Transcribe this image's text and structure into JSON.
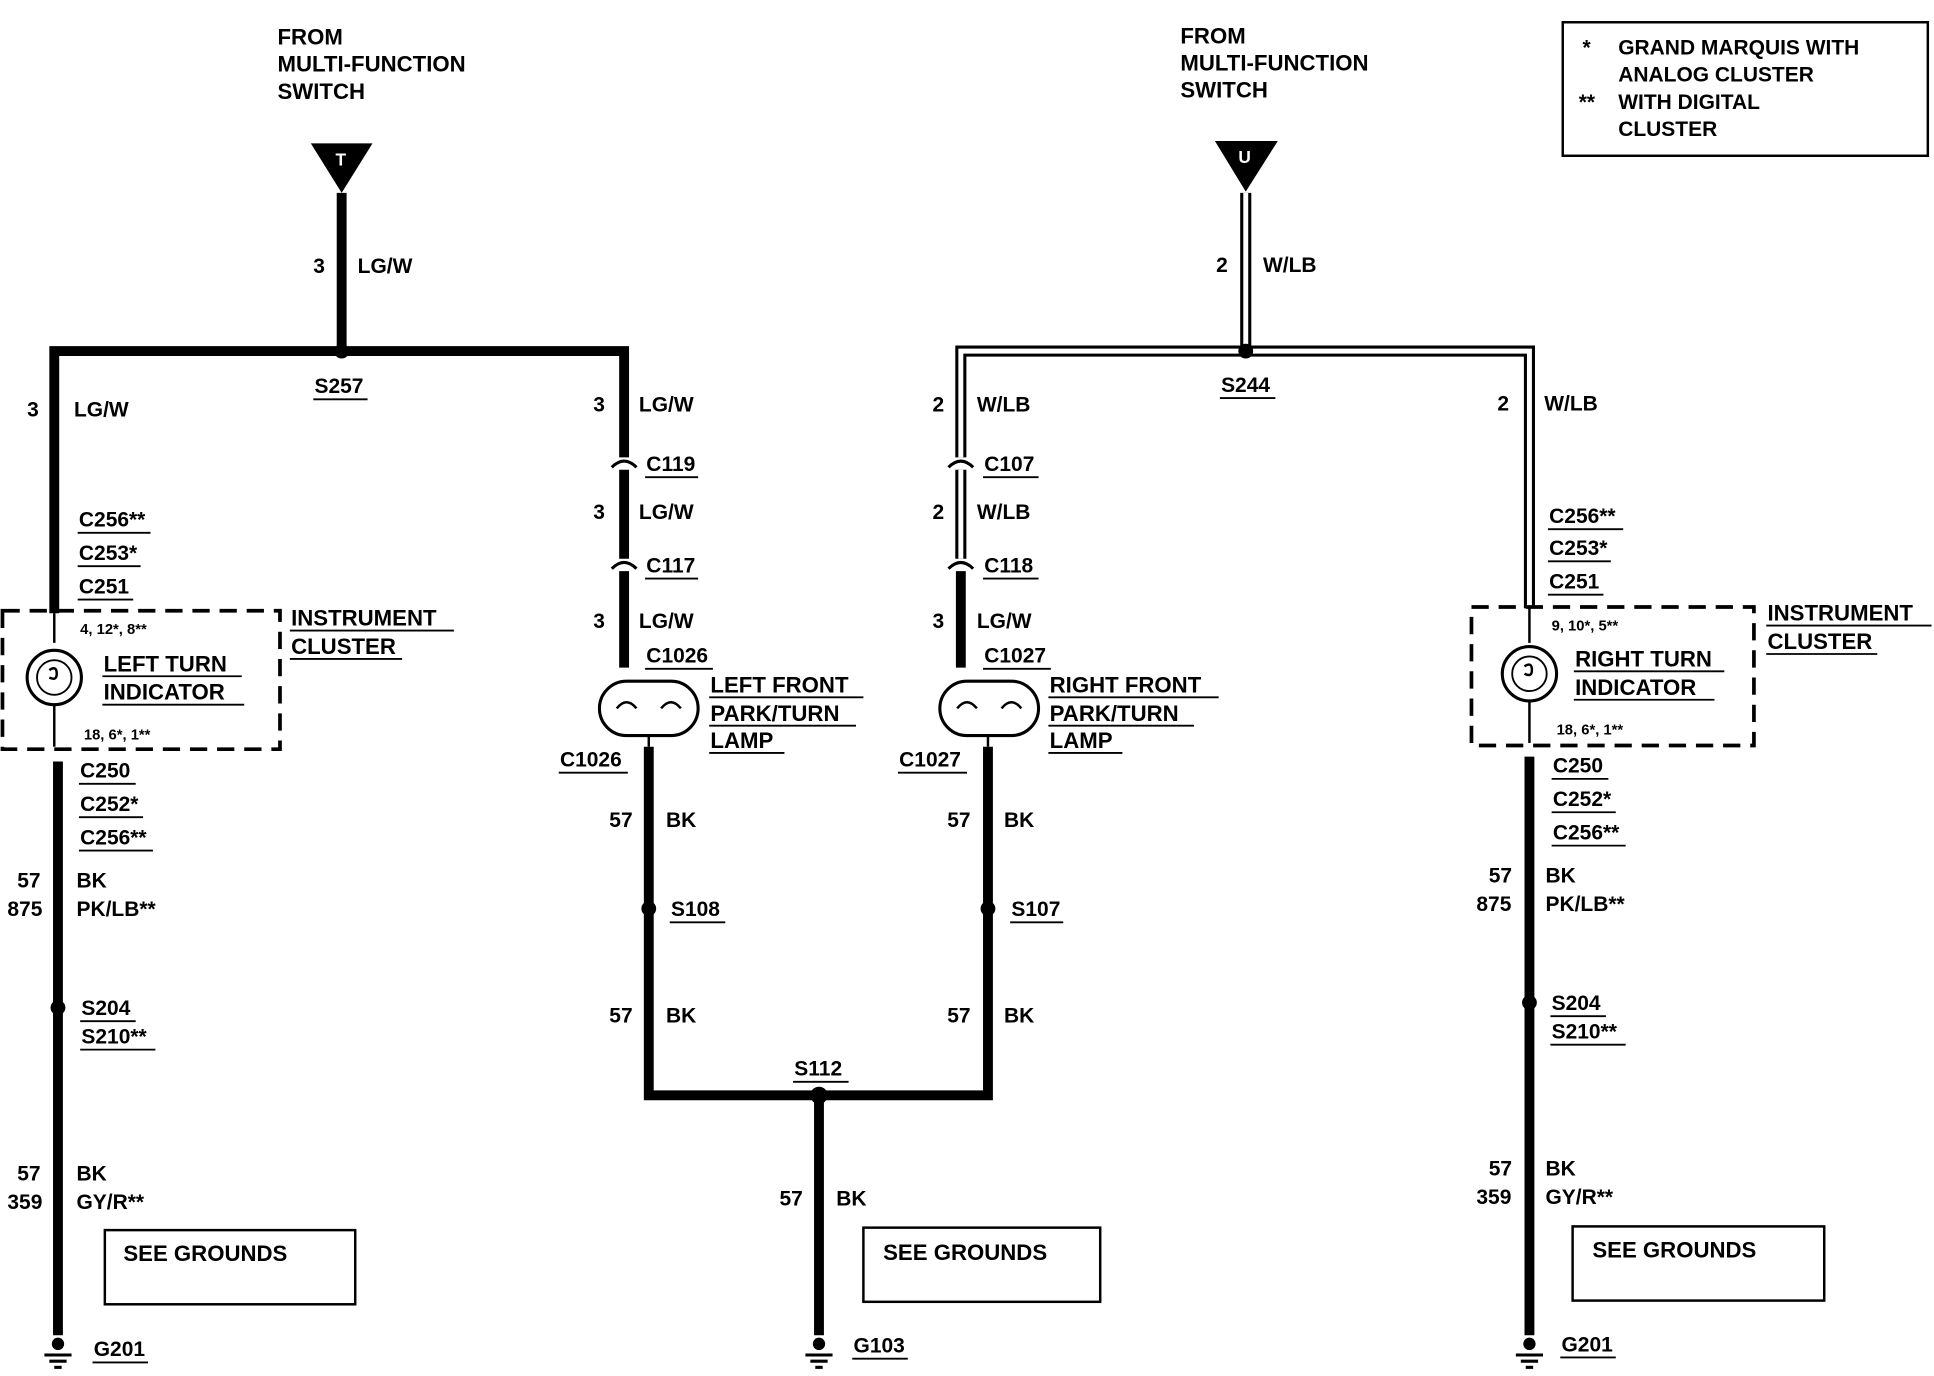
{
  "sources": {
    "left": {
      "from_lines": [
        "FROM",
        "MULTI-FUNCTION",
        "SWITCH"
      ],
      "terminal": "T"
    },
    "right": {
      "from_lines": [
        "FROM",
        "MULTI-FUNCTION",
        "SWITCH"
      ],
      "terminal": "U"
    }
  },
  "legend": {
    "line1_sym": "*",
    "line1": "GRAND MARQUIS WITH",
    "line2": "ANALOG CLUSTER",
    "line3_sym": "**",
    "line3": "WITH DIGITAL",
    "line4": "CLUSTER"
  },
  "left_circuit": {
    "feed_num": "3",
    "feed_color": "LG/W",
    "splice": "S257",
    "branch_num": "3",
    "branch_color": "LG/W",
    "cluster_connectors": [
      "C256**",
      "C253*",
      "C251"
    ],
    "indicator_pins_top": "4, 12*, 8**",
    "indicator_label": [
      "LEFT TURN",
      "INDICATOR"
    ],
    "indicator_pins_bottom": "18, 6*, 1**",
    "cluster_label": [
      "INSTRUMENT",
      "CLUSTER"
    ],
    "out_connectors": [
      "C250",
      "C252*",
      "C256**"
    ],
    "ground_nums": [
      "57",
      "875"
    ],
    "ground_colors": [
      "BK",
      "PK/LB**"
    ],
    "splices": [
      "S204",
      "S210**"
    ],
    "ground_nums2": [
      "57",
      "359"
    ],
    "ground_colors2": [
      "BK",
      "GY/R**"
    ],
    "see_grounds": "SEE GROUNDS",
    "ground": "G201"
  },
  "left_lamp": {
    "num1": "3",
    "color1": "LG/W",
    "conn1": "C119",
    "num2": "3",
    "color2": "LG/W",
    "conn2": "C117",
    "num3": "3",
    "color3": "LG/W",
    "conn3": "C1026",
    "lamp_label": [
      "LEFT FRONT",
      "PARK/TURN",
      "LAMP"
    ],
    "conn_out": "C1026",
    "num4": "57",
    "color4": "BK",
    "splice": "S108",
    "num5": "57",
    "color5": "BK"
  },
  "center": {
    "splice": "S112",
    "num": "57",
    "color": "BK",
    "see_grounds": "SEE GROUNDS",
    "ground": "G103"
  },
  "right_lamp": {
    "num1": "2",
    "color1": "W/LB",
    "conn1": "C107",
    "num2": "2",
    "color2": "W/LB",
    "conn2": "C118",
    "num3": "3",
    "color3": "LG/W",
    "conn3": "C1027",
    "lamp_label": [
      "RIGHT FRONT",
      "PARK/TURN",
      "LAMP"
    ],
    "conn_out": "C1027",
    "num4": "57",
    "color4": "BK",
    "splice": "S107",
    "num5": "57",
    "color5": "BK"
  },
  "right_circuit": {
    "feed_num": "2",
    "feed_color": "W/LB",
    "splice": "S244",
    "branch_num": "2",
    "branch_color": "W/LB",
    "cluster_connectors": [
      "C256**",
      "C253*",
      "C251"
    ],
    "indicator_pins_top": "9, 10*, 5**",
    "indicator_label": [
      "RIGHT TURN",
      "INDICATOR"
    ],
    "indicator_pins_bottom": "18, 6*, 1**",
    "cluster_label": [
      "INSTRUMENT",
      "CLUSTER"
    ],
    "out_connectors": [
      "C250",
      "C252*",
      "C256**"
    ],
    "ground_nums": [
      "57",
      "875"
    ],
    "ground_colors": [
      "BK",
      "PK/LB**"
    ],
    "splices": [
      "S204",
      "S210**"
    ],
    "ground_nums2": [
      "57",
      "359"
    ],
    "ground_colors2": [
      "BK",
      "GY/R**"
    ],
    "see_grounds": "SEE GROUNDS",
    "ground": "G201"
  }
}
